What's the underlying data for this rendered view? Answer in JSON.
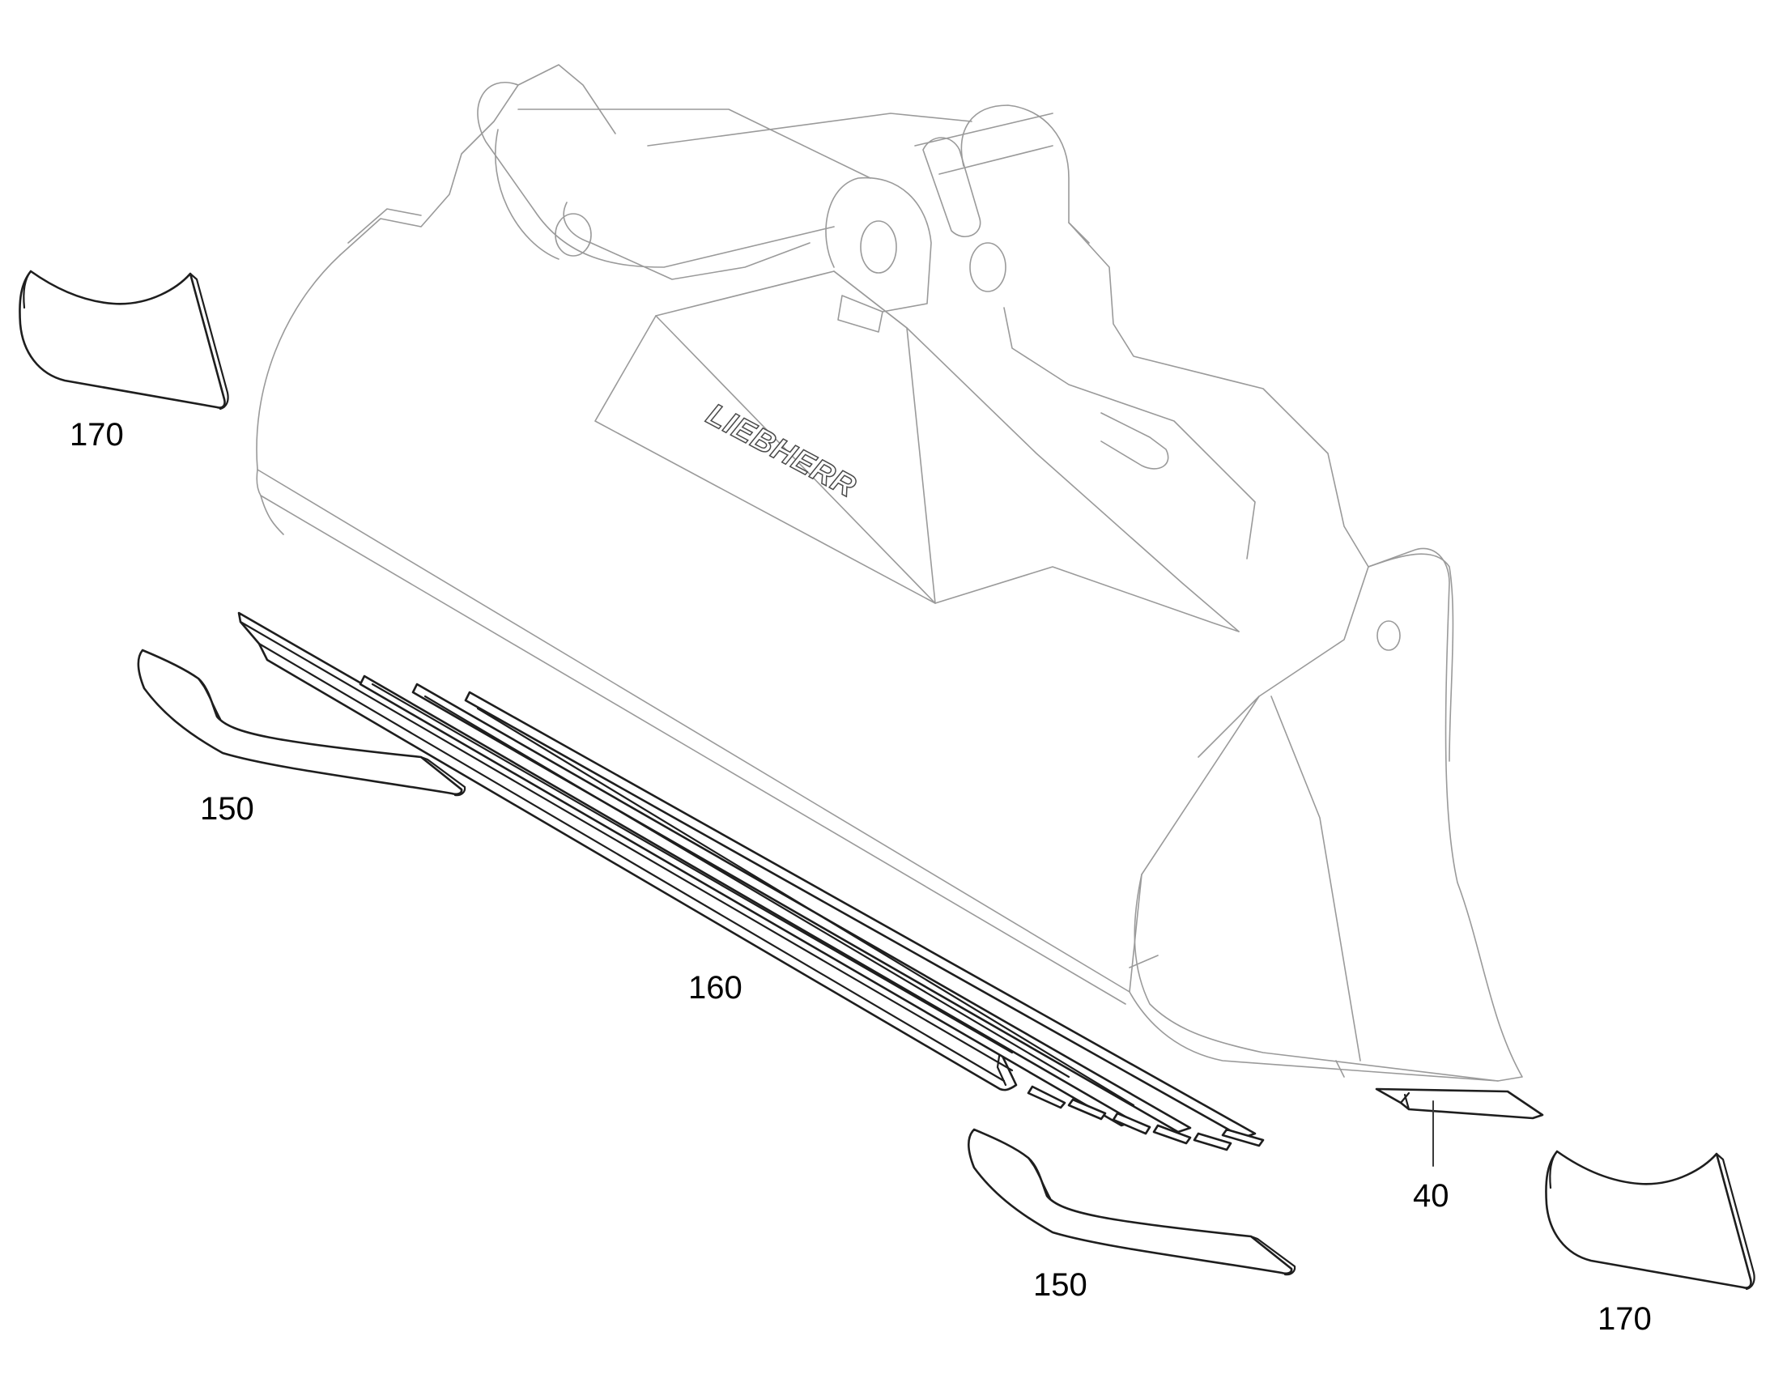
{
  "brand_mark": "LIEBHERR",
  "callouts": [
    {
      "id": "170-left",
      "text": "170"
    },
    {
      "id": "150-left",
      "text": "150"
    },
    {
      "id": "160",
      "text": "160"
    },
    {
      "id": "150-right",
      "text": "150"
    },
    {
      "id": "40",
      "text": "40"
    },
    {
      "id": "170-right",
      "text": "170"
    }
  ],
  "colors": {
    "line": "#3a3a3a",
    "faint": "#9a9a9a",
    "background": "#ffffff"
  }
}
